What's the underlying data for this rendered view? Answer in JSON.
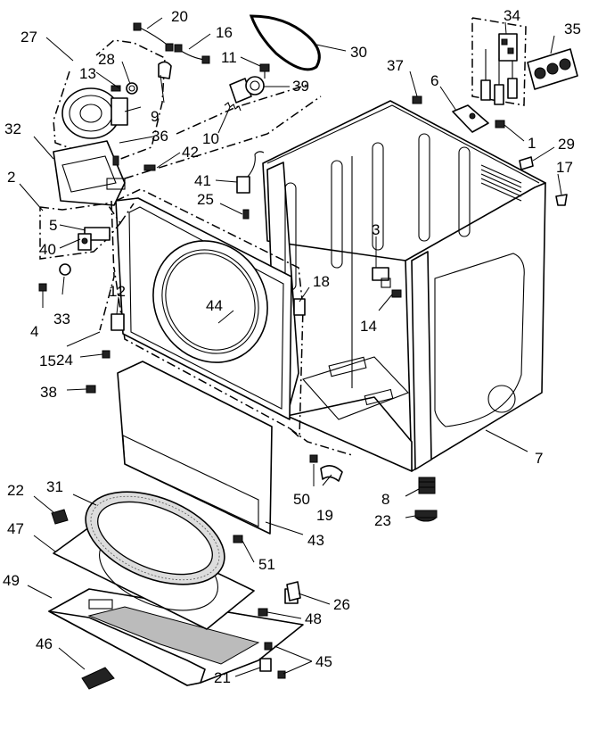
{
  "callouts": {
    "n1": "1",
    "n2": "2",
    "n3": "3",
    "n4": "4",
    "n5": "5",
    "n6": "6",
    "n7": "7",
    "n8": "8",
    "n9": "9",
    "n10": "10",
    "n11": "11",
    "n12": "12",
    "n13": "13",
    "n14": "14",
    "n15": "15",
    "n16": "16",
    "n17": "17",
    "n18": "18",
    "n19": "19",
    "n20": "20",
    "n21": "21",
    "n22": "22",
    "n23": "23",
    "n24": "24",
    "n25": "25",
    "n26": "26",
    "n27": "27",
    "n28": "28",
    "n29": "29",
    "n30": "30",
    "n31": "31",
    "n32": "32",
    "n33": "33",
    "n34": "34",
    "n35": "35",
    "n36": "36",
    "n37": "37",
    "n38": "38",
    "n39": "39",
    "n40": "40",
    "n41": "41",
    "n42": "42",
    "n43": "43",
    "n44": "44",
    "n45": "45",
    "n46": "46",
    "n47": "47",
    "n48": "48",
    "n49": "49",
    "n50": "50",
    "n51": "51"
  }
}
